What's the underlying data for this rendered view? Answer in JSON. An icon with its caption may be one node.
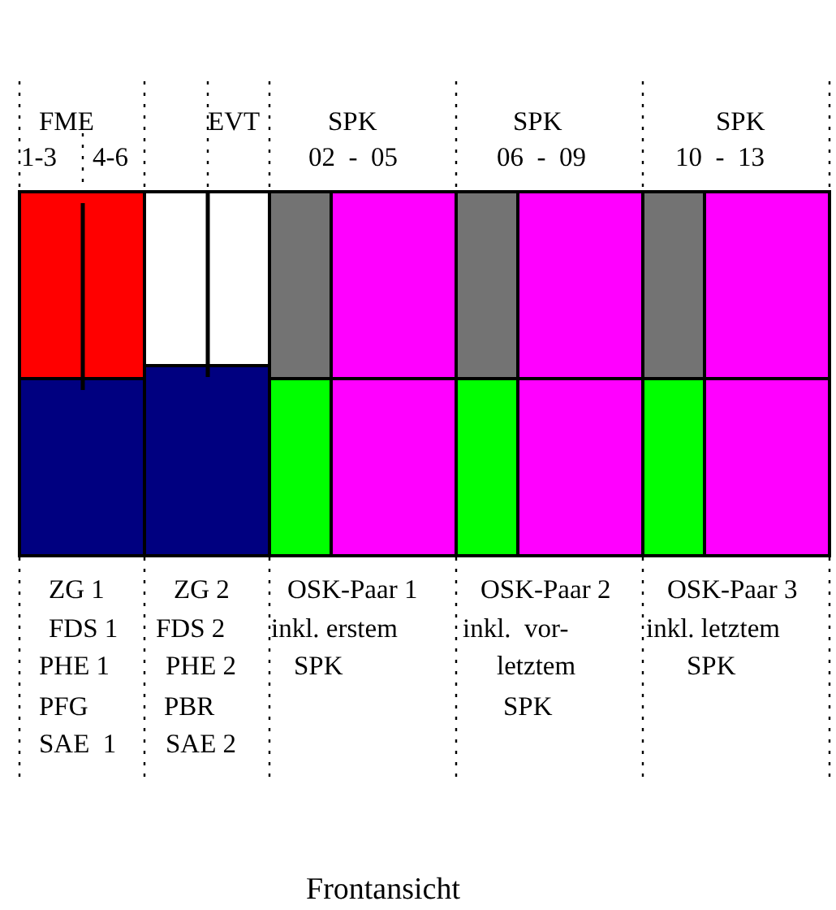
{
  "diagram": {
    "caption": "Frontansicht",
    "labels": [
      "FME",
      "EVT",
      "SPK",
      "SPK",
      "SPK",
      "1-3",
      "4-6",
      "02  -  05",
      "06  -  09",
      "10  -  13",
      "ZG 1",
      "FDS 1",
      "PHE 1",
      "PFG",
      "SAE  1",
      "ZG 2",
      "FDS 2",
      "PHE 2",
      "PBR",
      "SAE 2",
      "OSK-Paar 1",
      "inkl. erstem",
      "SPK",
      "OSK-Paar 2",
      "inkl.  vor-",
      "letztem",
      "SPK",
      "OSK-Paar 3",
      "inkl. letztem",
      "SPK"
    ]
  }
}
